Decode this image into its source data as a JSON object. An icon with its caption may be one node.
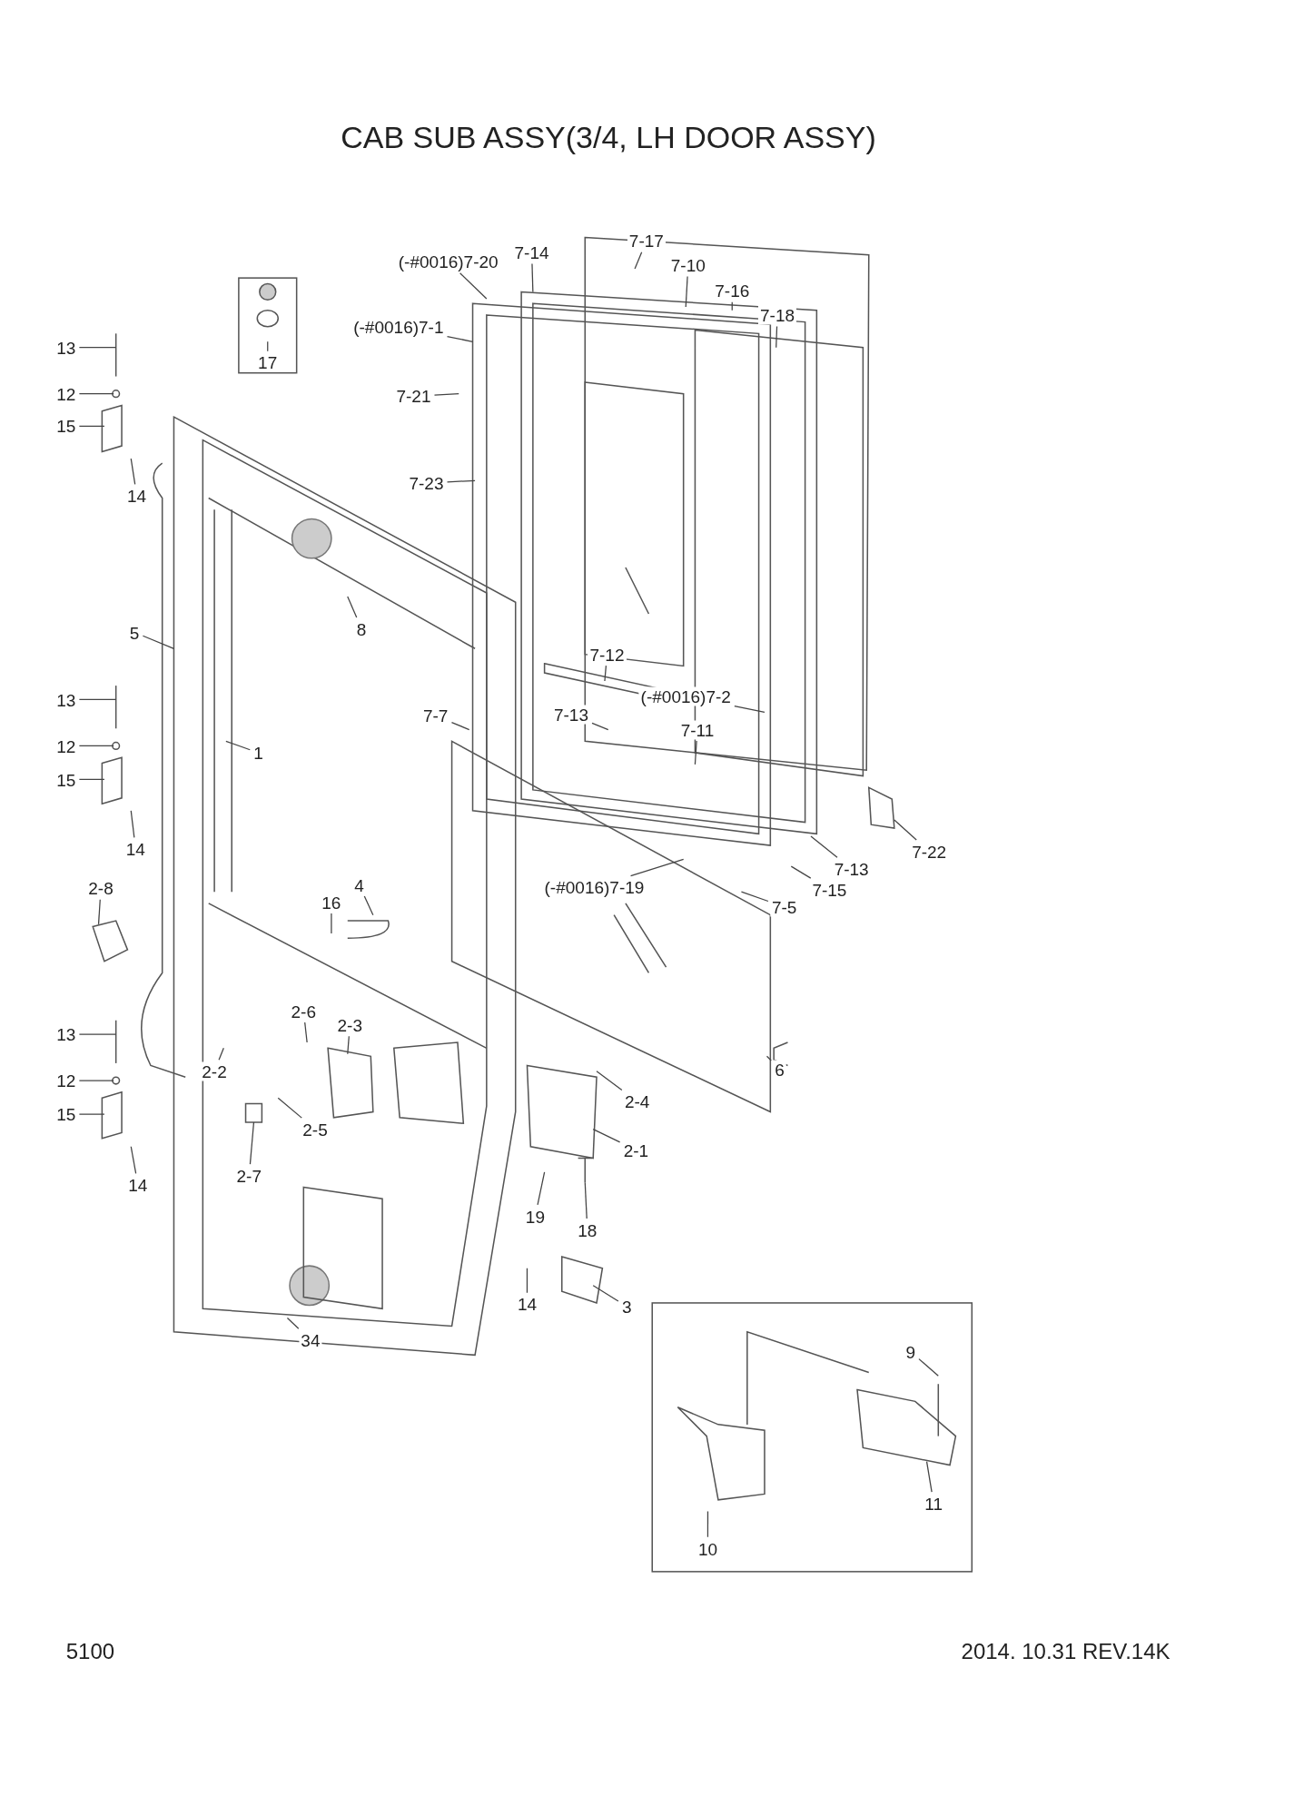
{
  "diagram": {
    "title": "CAB SUB ASSY(3/4, LH DOOR ASSY)",
    "nodes": [
      {
        "text": [
          "13"
        ]
      },
      {
        "text": [
          "12"
        ]
      },
      {
        "text": [
          "15"
        ]
      },
      {
        "text": [
          "14"
        ]
      },
      {
        "text": [
          "17"
        ]
      },
      {
        "text": [
          "(-#0016)7-20"
        ]
      },
      {
        "text": [
          "7-14"
        ]
      },
      {
        "text": [
          "7-17"
        ]
      },
      {
        "text": [
          "7-10"
        ]
      },
      {
        "text": [
          "7-16"
        ]
      },
      {
        "text": [
          "7-18"
        ]
      },
      {
        "text": [
          "(-#0016)7-1"
        ]
      },
      {
        "text": [
          "7-21"
        ]
      },
      {
        "text": [
          "7-23"
        ]
      },
      {
        "text": [
          "5"
        ]
      },
      {
        "text": [
          "8"
        ]
      },
      {
        "text": [
          "7-12"
        ]
      },
      {
        "text": [
          "(-#0016)7-2"
        ]
      },
      {
        "text": [
          "13"
        ]
      },
      {
        "text": [
          "12"
        ]
      },
      {
        "text": [
          "15"
        ]
      },
      {
        "text": [
          "1"
        ]
      },
      {
        "text": [
          "7-7"
        ]
      },
      {
        "text": [
          "7-13"
        ]
      },
      {
        "text": [
          "7-11"
        ]
      },
      {
        "text": [
          "14"
        ]
      },
      {
        "text": [
          "7-13"
        ]
      },
      {
        "text": [
          "7-22"
        ]
      },
      {
        "text": [
          "7-15"
        ]
      },
      {
        "text": [
          "(-#0016)7-19"
        ]
      },
      {
        "text": [
          "7-5"
        ]
      },
      {
        "text": [
          "2-8"
        ]
      },
      {
        "text": [
          "16"
        ]
      },
      {
        "text": [
          "4"
        ]
      },
      {
        "text": [
          "13"
        ]
      },
      {
        "text": [
          "2-6"
        ]
      },
      {
        "text": [
          "2-3"
        ]
      },
      {
        "text": [
          "12"
        ]
      },
      {
        "text": [
          "15"
        ]
      },
      {
        "text": [
          "2-2"
        ]
      },
      {
        "text": [
          "2-5"
        ]
      },
      {
        "text": [
          "2-4"
        ]
      },
      {
        "text": [
          "6"
        ]
      },
      {
        "text": [
          "2-1"
        ]
      },
      {
        "text": [
          "2-7"
        ]
      },
      {
        "text": [
          "14"
        ]
      },
      {
        "text": [
          "19"
        ]
      },
      {
        "text": [
          "18"
        ]
      },
      {
        "text": [
          "14"
        ]
      },
      {
        "text": [
          "3"
        ]
      },
      {
        "text": [
          "34"
        ]
      },
      {
        "text": [
          "9"
        ]
      },
      {
        "text": [
          "11"
        ]
      },
      {
        "text": [
          "10"
        ]
      }
    ],
    "edges": [
      {
        "from": 0,
        "to": null,
        "arrow": "none"
      },
      {
        "from": 1,
        "to": null,
        "arrow": "none"
      },
      {
        "from": 2,
        "to": null,
        "arrow": "none"
      },
      {
        "from": 3,
        "to": null,
        "arrow": "none"
      },
      {
        "from": 4,
        "to": null,
        "arrow": "none"
      },
      {
        "from": 5,
        "to": null,
        "arrow": "none"
      },
      {
        "from": 6,
        "to": null,
        "arrow": "none"
      },
      {
        "from": 7,
        "to": null,
        "arrow": "none"
      },
      {
        "from": 8,
        "to": null,
        "arrow": "none"
      },
      {
        "from": 9,
        "to": null,
        "arrow": "none"
      },
      {
        "from": 10,
        "to": null,
        "arrow": "none"
      },
      {
        "from": 11,
        "to": null,
        "arrow": "none"
      },
      {
        "from": 12,
        "to": null,
        "arrow": "none"
      },
      {
        "from": 13,
        "to": null,
        "arrow": "none"
      },
      {
        "from": 14,
        "to": null,
        "arrow": "none"
      },
      {
        "from": 15,
        "to": null,
        "arrow": "none"
      },
      {
        "from": 16,
        "to": null,
        "arrow": "none"
      },
      {
        "from": 17,
        "to": null,
        "arrow": "none"
      },
      {
        "from": 18,
        "to": null,
        "arrow": "none"
      },
      {
        "from": 19,
        "to": null,
        "arrow": "none"
      },
      {
        "from": 20,
        "to": null,
        "arrow": "none"
      },
      {
        "from": 21,
        "to": null,
        "arrow": "none"
      },
      {
        "from": 22,
        "to": null,
        "arrow": "none"
      },
      {
        "from": 23,
        "to": null,
        "arrow": "none"
      },
      {
        "from": 24,
        "to": null,
        "arrow": "none"
      },
      {
        "from": 25,
        "to": null,
        "arrow": "none"
      },
      {
        "from": 26,
        "to": null,
        "arrow": "none"
      },
      {
        "from": 27,
        "to": null,
        "arrow": "none"
      },
      {
        "from": 28,
        "to": null,
        "arrow": "none"
      },
      {
        "from": 29,
        "to": null,
        "arrow": "none"
      },
      {
        "from": 30,
        "to": null,
        "arrow": "none"
      },
      {
        "from": 31,
        "to": null,
        "arrow": "none"
      },
      {
        "from": 32,
        "to": null,
        "arrow": "none"
      },
      {
        "from": 33,
        "to": null,
        "arrow": "none"
      },
      {
        "from": 34,
        "to": null,
        "arrow": "none"
      },
      {
        "from": 35,
        "to": null,
        "arrow": "none"
      },
      {
        "from": 36,
        "to": null,
        "arrow": "none"
      },
      {
        "from": 37,
        "to": null,
        "arrow": "none"
      },
      {
        "from": 38,
        "to": null,
        "arrow": "none"
      },
      {
        "from": 39,
        "to": null,
        "arrow": "none"
      },
      {
        "from": 40,
        "to": null,
        "arrow": "none"
      },
      {
        "from": 41,
        "to": null,
        "arrow": "none"
      },
      {
        "from": 42,
        "to": null,
        "arrow": "none"
      },
      {
        "from": 43,
        "to": null,
        "arrow": "none"
      },
      {
        "from": 44,
        "to": null,
        "arrow": "none"
      },
      {
        "from": 45,
        "to": null,
        "arrow": "none"
      },
      {
        "from": 46,
        "to": null,
        "arrow": "none"
      },
      {
        "from": 47,
        "to": null,
        "arrow": "none"
      },
      {
        "from": 48,
        "to": null,
        "arrow": "none"
      },
      {
        "from": 49,
        "to": null,
        "arrow": "none"
      },
      {
        "from": 50,
        "to": null,
        "arrow": "none"
      },
      {
        "from": 51,
        "to": null,
        "arrow": "none"
      },
      {
        "from": 52,
        "to": null,
        "arrow": "none"
      },
      {
        "from": 53,
        "to": null,
        "arrow": "none"
      }
    ],
    "labels": [
      "5100",
      "2014. 10.31  REV.14K"
    ]
  }
}
